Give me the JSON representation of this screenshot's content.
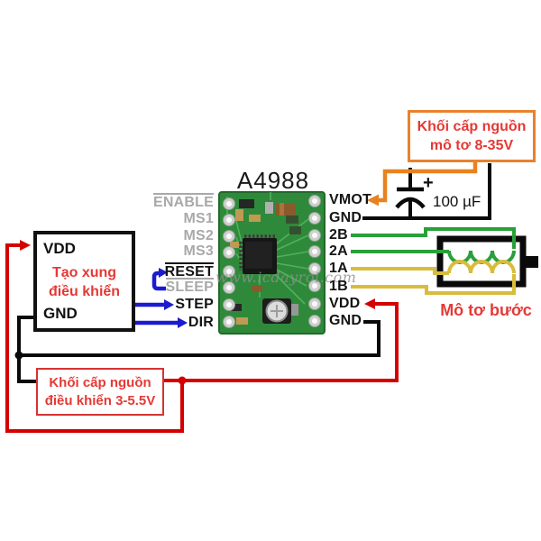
{
  "title": "A4988",
  "watermark": "www.icdayroi.com",
  "pins": {
    "left": [
      {
        "label": "ENABLE",
        "overline": true,
        "muted": true
      },
      {
        "label": "MS1",
        "overline": false,
        "muted": true
      },
      {
        "label": "MS2",
        "overline": false,
        "muted": true
      },
      {
        "label": "MS3",
        "overline": false,
        "muted": true
      },
      {
        "label": "RESET",
        "overline": true,
        "muted": false
      },
      {
        "label": "SLEEP",
        "overline": true,
        "muted": true
      },
      {
        "label": "STEP",
        "overline": false,
        "muted": false
      },
      {
        "label": "DIR",
        "overline": false,
        "muted": false
      }
    ],
    "right": [
      "VMOT",
      "GND",
      "2B",
      "2A",
      "1A",
      "1B",
      "VDD",
      "GND"
    ]
  },
  "blocks": {
    "motor_supply": {
      "line1": "Khối cấp nguồn",
      "line2": "mô tơ 8-35V"
    },
    "control_supply": {
      "line1": "Khối cấp nguồn",
      "line2": "điều khiển 3-5.5V"
    },
    "pulse_generator": {
      "pin_top": "VDD",
      "pin_bottom": "GND",
      "line1": "Tạo xung",
      "line2": "điều khiển"
    }
  },
  "capacitor": {
    "value": "100 µF",
    "polarity_mark": "+"
  },
  "motor": {
    "label": "Mô tơ bước"
  },
  "colors": {
    "motor_power_wire": "#e8821e",
    "logic_power_wire": "#d40000",
    "ground_wire": "#0a0a0a",
    "signal_wire": "#1b1bd0",
    "coil_green_wire": "#2aa03a",
    "coil_yellow_wire": "#d8bc3c",
    "red_text": "#e53935",
    "pcb_green": "#2e8a3a"
  }
}
